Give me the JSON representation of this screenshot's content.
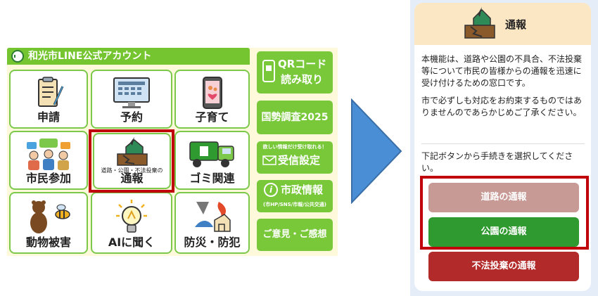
{
  "richmenu": {
    "title": "和光市LINE公式アカウント",
    "tiles": [
      {
        "label": "申請",
        "icon": "clipboard-icon"
      },
      {
        "label": "予約",
        "icon": "calendar-monitor-icon"
      },
      {
        "label": "子育て",
        "icon": "smartphone-parent-icon"
      },
      {
        "label": "市民参加",
        "icon": "citizens-chat-icon"
      },
      {
        "label_small": "道路・公園・不法投棄の",
        "label": "通報",
        "icon": "report-house-icon"
      },
      {
        "label": "ゴミ関連",
        "icon": "garbage-truck-icon"
      },
      {
        "label": "動物被害",
        "icon": "bear-bee-icon"
      },
      {
        "label": "AIに聞く",
        "icon": "lightbulb-icon"
      },
      {
        "label": "防災・防犯",
        "icon": "disaster-icon"
      }
    ],
    "side": {
      "qr_line1": "QRコード",
      "qr_line2": "読み取り",
      "census": "国勢調査2025",
      "receive_small": "欲しい情報だけ受け取れる！",
      "receive": "受信設定",
      "info": "市政情報",
      "info_small": "(市HP/SNS/市報/公共交通)",
      "feedback": "ご意見・ご感想"
    }
  },
  "screen": {
    "title": "通報",
    "body1": "本機能は、道路や公園の不具合、不法投棄等について市民の皆様からの通報を迅速に受け付けるための窓口です。",
    "body2": "市で必ずしも対応をお約束するものではありませんのであらかじめご了承ください。",
    "note": "下記ボタンから手続きを選択してください。",
    "buttons": [
      {
        "label": "道路の通報",
        "color": "#c89a96"
      },
      {
        "label": "公園の通報",
        "color": "#2f9a2f"
      },
      {
        "label": "不法投棄の通報",
        "color": "#b32a2a"
      }
    ]
  },
  "colors": {
    "menu_green": "#74c52f",
    "highlight_red": "#c0000b",
    "arrow_blue": "#4a8fd6"
  }
}
